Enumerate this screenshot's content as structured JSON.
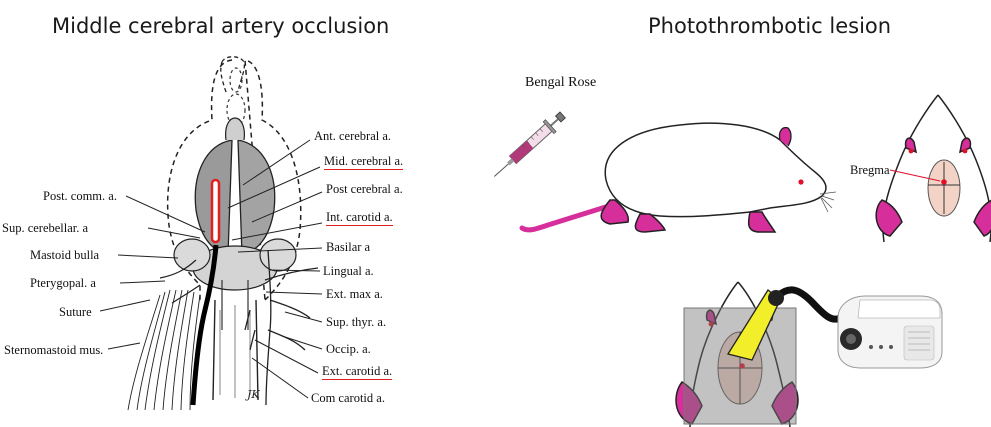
{
  "panels": {
    "mcao": {
      "title": "Middle cerebral artery occlusion",
      "labels_right": [
        {
          "text": "Ant. cerebral a.",
          "underlined": false
        },
        {
          "text": "Mid. cerebral a.",
          "underlined": true
        },
        {
          "text": "Post cerebral a.",
          "underlined": false
        },
        {
          "text": "Int. carotid a.",
          "underlined": true
        },
        {
          "text": "Basilar a",
          "underlined": false
        },
        {
          "text": "Lingual a.",
          "underlined": false
        },
        {
          "text": "Ext. max a.",
          "underlined": false
        },
        {
          "text": "Sup. thyr. a.",
          "underlined": false
        },
        {
          "text": "Occip. a.",
          "underlined": false
        },
        {
          "text": "Ext. carotid a.",
          "underlined": true
        },
        {
          "text": "Com carotid a.",
          "underlined": false
        }
      ],
      "labels_left": [
        {
          "text": "Post. comm. a."
        },
        {
          "text": "Sup. cerebellar. a"
        },
        {
          "text": "Mastoid bulla"
        },
        {
          "text": "Pterygopal. a"
        },
        {
          "text": "Suture"
        },
        {
          "text": "Sternomastoid mus."
        }
      ],
      "signature": "JK"
    },
    "photothrombotic": {
      "title": "Photothrombotic lesion",
      "injection_label": "Bengal Rose",
      "landmark_label": "Bregma"
    }
  },
  "colors": {
    "occluder": "#e02020",
    "limb_pink": "#d62e9a",
    "eye_red": "#e0102a",
    "light_beam": "#f2ef2a",
    "skull_window": "#f2d3c6"
  }
}
